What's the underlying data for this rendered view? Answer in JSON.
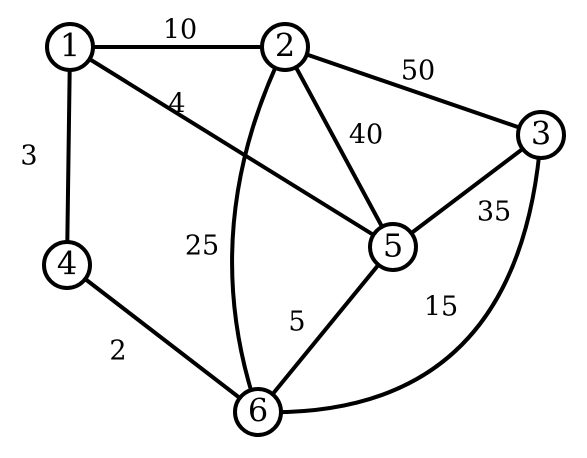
{
  "graph": {
    "nodes": {
      "n1": "1",
      "n2": "2",
      "n3": "3",
      "n4": "4",
      "n5": "5",
      "n6": "6"
    },
    "edges": {
      "e_1_2": "10",
      "e_1_4": "3",
      "e_1_5": "4",
      "e_2_3": "50",
      "e_2_5": "40",
      "e_2_6": "25",
      "e_3_5": "35",
      "e_3_6": "15",
      "e_4_6": "2",
      "e_5_6": "5"
    }
  },
  "colors": {
    "stroke": "#000000",
    "fill": "#ffffff",
    "text": "#000000"
  }
}
